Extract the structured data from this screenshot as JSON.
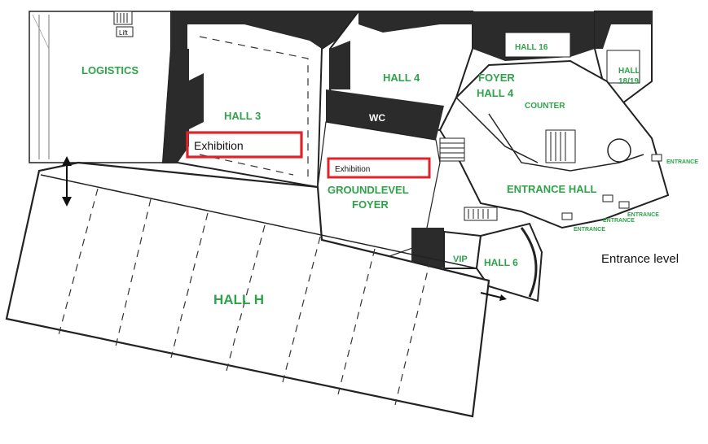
{
  "map": {
    "level_caption": "Entrance level",
    "rooms": {
      "logistics": "LOGISTICS",
      "hall3": "HALL 3",
      "hall4": "HALL 4",
      "wc": "WC",
      "foyer_hall4_line1": "FOYER",
      "foyer_hall4_line2": "HALL 4",
      "hall16": "HALL 16",
      "hall1819_line1": "HALL",
      "hall1819_line2": "18/19",
      "counter": "COUNTER",
      "groundlevel_line1": "GROUNDLEVEL",
      "groundlevel_line2": "FOYER",
      "entrance_hall": "ENTRANCE HALL",
      "vip": "VIP",
      "hall6": "HALL 6",
      "hallh": "HALL H",
      "lift": "Lift"
    },
    "entrances": [
      "ENTRANCE",
      "ENTRANCE",
      "ENTRANCE",
      "ENTRANCE"
    ],
    "highlights": [
      "Exhibition",
      "Exhibition"
    ],
    "colors": {
      "room_label": "#2ea34a",
      "highlight": "#e0232b",
      "wall": "#2b2b2b"
    },
    "icons": [
      "double-arrow-icon",
      "stairs-icon"
    ]
  }
}
